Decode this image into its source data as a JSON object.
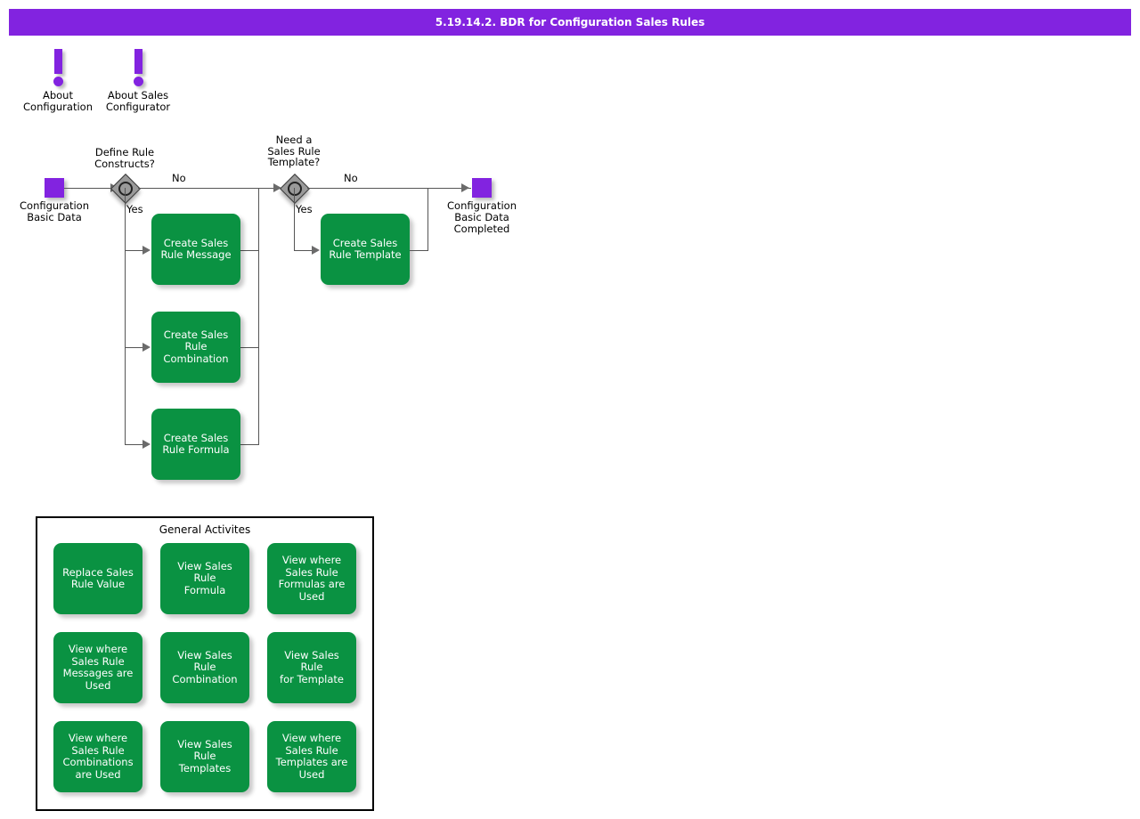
{
  "title": "5.19.14.2. BDR for Configuration Sales Rules",
  "colors": {
    "titlebar": "#8223e0",
    "event": "#8223e0",
    "task": "#0a9242",
    "gateway": "#9a9a9a",
    "connector": "#555555",
    "panel_border": "#000000"
  },
  "info_icons": [
    {
      "name": "about-configuration",
      "label": "About\nConfiguration",
      "icon": "exclamation-icon"
    },
    {
      "name": "about-sales-configurator",
      "label": "About Sales\nConfigurator",
      "icon": "exclamation-icon"
    }
  ],
  "flow": {
    "start_event": {
      "label": "Configuration\nBasic Data"
    },
    "end_event": {
      "label": "Configuration\nBasic Data\nCompleted"
    },
    "gateways": [
      {
        "name": "define-rule-constructs",
        "label": "Define Rule\nConstructs?",
        "yes": "Yes",
        "no": "No",
        "type": "inclusive-gateway"
      },
      {
        "name": "need-sales-rule-template",
        "label": "Need a\nSales Rule\nTemplate?",
        "yes": "Yes",
        "no": "No",
        "type": "inclusive-gateway"
      }
    ],
    "tasks": [
      {
        "name": "create-sales-rule-message",
        "label": "Create Sales\nRule Message"
      },
      {
        "name": "create-sales-rule-combination",
        "label": "Create Sales\nRule\nCombination"
      },
      {
        "name": "create-sales-rule-formula",
        "label": "Create Sales\nRule Formula"
      },
      {
        "name": "create-sales-rule-template",
        "label": "Create Sales\nRule Template"
      }
    ]
  },
  "general_activities": {
    "title": "General Activites",
    "items": [
      {
        "name": "replace-sales-rule-value",
        "label": "Replace Sales\nRule Value"
      },
      {
        "name": "view-sales-rule-formula",
        "label": "View Sales Rule\nFormula"
      },
      {
        "name": "view-where-sales-rule-formulas-are-used",
        "label": "View where\nSales Rule\nFormulas are\nUsed"
      },
      {
        "name": "view-where-sales-rule-messages-are-used",
        "label": "View where\nSales Rule\nMessages are\nUsed"
      },
      {
        "name": "view-sales-rule-combination",
        "label": "View Sales Rule\nCombination"
      },
      {
        "name": "view-sales-rule-for-template",
        "label": "View Sales Rule\nfor Template"
      },
      {
        "name": "view-where-sales-rule-combinations-are-used",
        "label": "View where\nSales Rule\nCombinations\nare Used"
      },
      {
        "name": "view-sales-rule-templates",
        "label": "View Sales Rule\nTemplates"
      },
      {
        "name": "view-where-sales-rule-templates-are-used",
        "label": "View where\nSales Rule\nTemplates are\nUsed"
      }
    ]
  }
}
